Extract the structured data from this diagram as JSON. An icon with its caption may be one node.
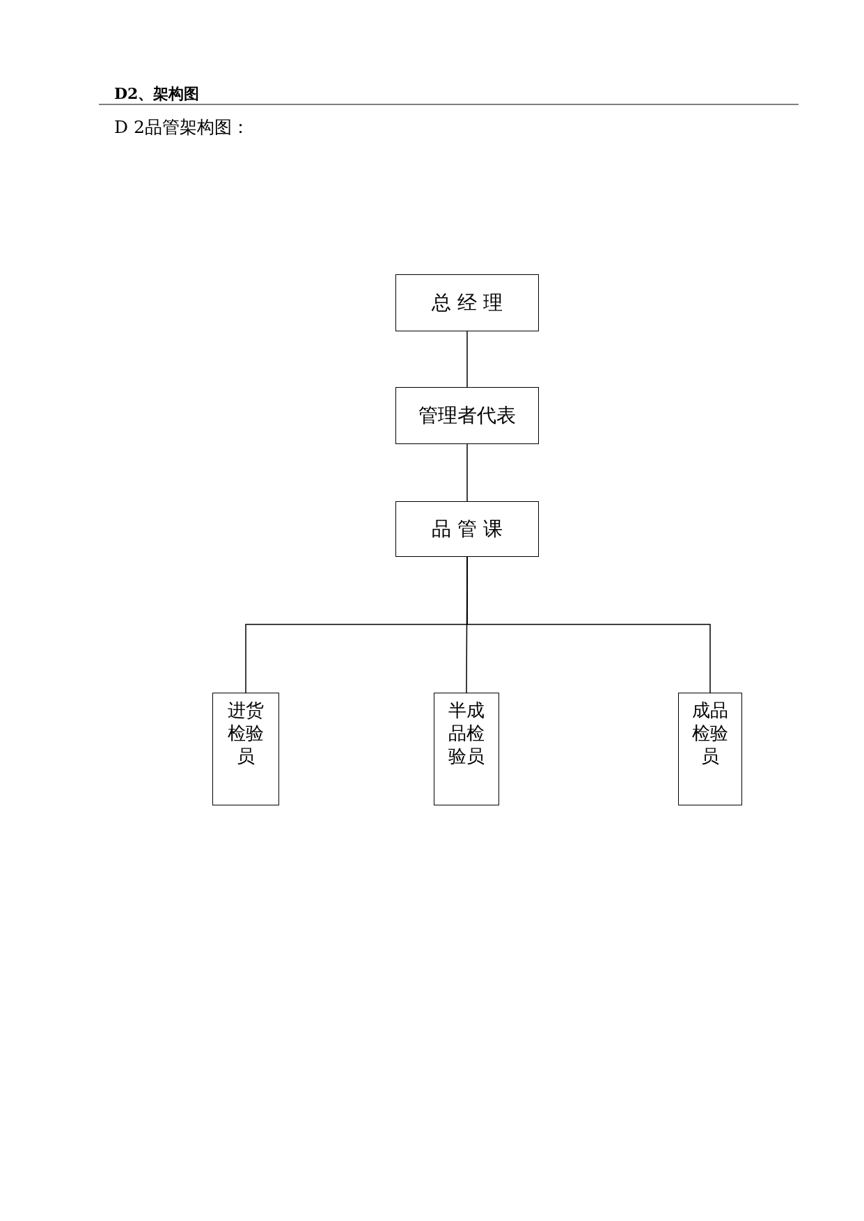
{
  "diagram": {
    "title": "D2、架构图",
    "nodes": [
      {
        "text": [
          "总 经 理"
        ]
      },
      {
        "text": [
          "管理者代表"
        ]
      },
      {
        "text": [
          "品 管 课"
        ]
      },
      {
        "text": [
          "进货检验员"
        ]
      },
      {
        "text": [
          "半成品检验员"
        ]
      },
      {
        "text": [
          "成品检验员"
        ]
      }
    ],
    "edges": [
      {
        "from": 0,
        "to": 1,
        "arrow": "none"
      },
      {
        "from": 1,
        "to": 2,
        "arrow": "none"
      },
      {
        "from": 2,
        "to": 3,
        "arrow": "none"
      },
      {
        "from": 2,
        "to": 4,
        "arrow": "none"
      },
      {
        "from": 2,
        "to": 5,
        "arrow": "none"
      }
    ],
    "labels": [
      "D 2品管架构图："
    ]
  }
}
